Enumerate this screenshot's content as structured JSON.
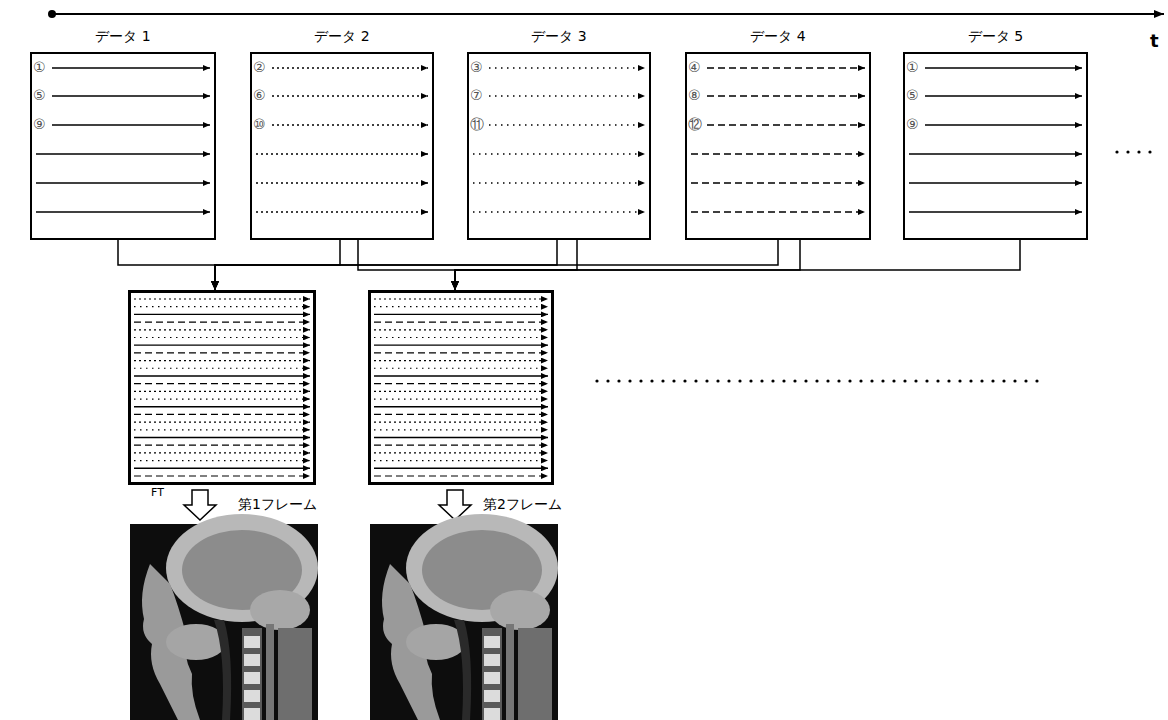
{
  "diagram": {
    "nodes": [
      {
        "text": [
          "データ 1",
          "①",
          "⑤",
          "⑨"
        ]
      },
      {
        "text": [
          "データ 2",
          "②",
          "⑥",
          "⑩"
        ]
      },
      {
        "text": [
          "データ 3",
          "③",
          "⑦",
          "⑪"
        ]
      },
      {
        "text": [
          "データ 4",
          "④",
          "⑧",
          "⑫"
        ]
      },
      {
        "text": [
          "データ 5",
          "①",
          "⑤",
          "⑨"
        ]
      },
      {
        "text": [
          "FT",
          "第1フレーム"
        ]
      },
      {
        "text": [
          "第2フレーム"
        ]
      }
    ],
    "edges": [
      {
        "from": 0,
        "to": 5,
        "arrow": "to"
      },
      {
        "from": 1,
        "to": 5,
        "arrow": "to"
      },
      {
        "from": 2,
        "to": 5,
        "arrow": "to"
      },
      {
        "from": 3,
        "to": 5,
        "arrow": "to"
      },
      {
        "from": 1,
        "to": 6,
        "arrow": "to"
      },
      {
        "from": 2,
        "to": 6,
        "arrow": "to"
      },
      {
        "from": 3,
        "to": 6,
        "arrow": "to"
      },
      {
        "from": 4,
        "to": 6,
        "arrow": "to"
      }
    ],
    "labels": [
      "t"
    ]
  }
}
